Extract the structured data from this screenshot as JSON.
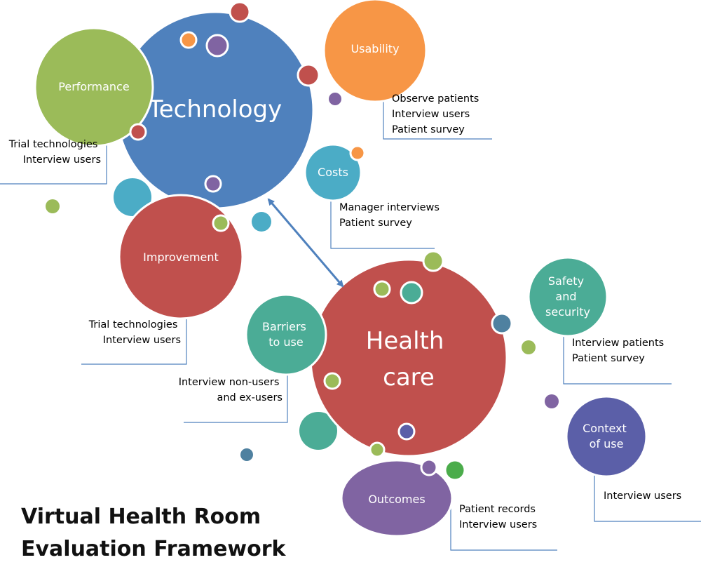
{
  "colors": {
    "blue": "#4f81bd",
    "red": "#c0504d",
    "green": "#9bbb59",
    "orange": "#f79646",
    "teal": "#4bacc6",
    "purple": "#8064a2",
    "sea": "#4bac96",
    "navy": "#5b5fa8",
    "slate": "#4f81a0",
    "line": "#4f81bd",
    "arrow": "#4f81bd"
  },
  "title": {
    "line1": "Virtual Health Room",
    "line2": "Evaluation Framework"
  },
  "main_circles": {
    "technology": "Technology",
    "health_care": [
      "Health",
      "care"
    ]
  },
  "nodes": {
    "performance": {
      "label": [
        "Performance"
      ],
      "notes": [
        "Trial technologies",
        "Interview users"
      ]
    },
    "usability": {
      "label": [
        "Usability"
      ],
      "notes": [
        "Observe patients",
        "Interview users",
        "Patient survey"
      ]
    },
    "costs": {
      "label": [
        "Costs"
      ],
      "notes": [
        "Manager interviews",
        "Patient survey"
      ]
    },
    "improvement": {
      "label": [
        "Improvement"
      ],
      "notes": [
        "Trial technologies",
        "Interview users"
      ]
    },
    "barriers": {
      "label": [
        "Barriers",
        "to use"
      ],
      "notes": [
        "Interview non-users",
        "and ex-users"
      ]
    },
    "safety": {
      "label": [
        "Safety",
        "and",
        "security"
      ],
      "notes": [
        "Interview patients",
        "Patient survey"
      ]
    },
    "context": {
      "label": [
        "Context",
        "of use"
      ],
      "notes": [
        "Interview users"
      ]
    },
    "outcomes": {
      "label": [
        "Outcomes"
      ],
      "notes": [
        "Patient  records",
        "Interview users"
      ]
    }
  }
}
